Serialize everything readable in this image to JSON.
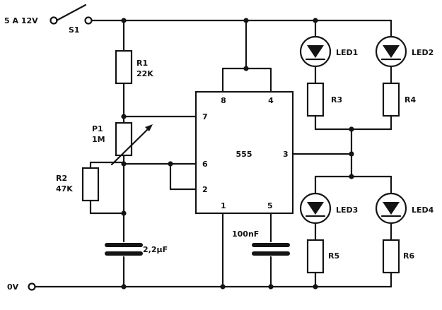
{
  "supply": {
    "label": "5 A 12V",
    "ground_label": "0V"
  },
  "switch": {
    "label": "S1"
  },
  "ic": {
    "label": "555",
    "pins": {
      "p8": "8",
      "p4": "4",
      "p7": "7",
      "p6": "6",
      "p2": "2",
      "p3": "3",
      "p1": "1",
      "p5": "5"
    }
  },
  "components": {
    "r1": {
      "name": "R1",
      "value": "22K"
    },
    "p1": {
      "name": "P1",
      "value": "1M"
    },
    "r2": {
      "name": "R2",
      "value": "47K"
    },
    "c_timing": {
      "value": "2,2µF"
    },
    "c_control": {
      "value": "100nF"
    },
    "r3": {
      "name": "R3"
    },
    "r4": {
      "name": "R4"
    },
    "r5": {
      "name": "R5"
    },
    "r6": {
      "name": "R6"
    },
    "led1": {
      "name": "LED1"
    },
    "led2": {
      "name": "LED2"
    },
    "led3": {
      "name": "LED3"
    },
    "led4": {
      "name": "LED4"
    }
  },
  "colors": {
    "ink": "#141414",
    "paper": "#ffffff"
  }
}
